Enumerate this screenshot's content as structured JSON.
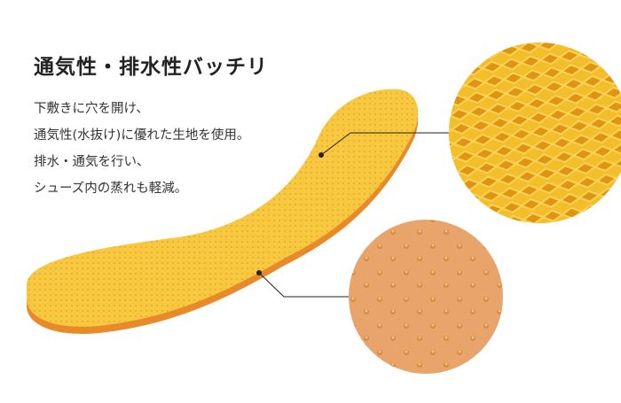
{
  "heading": "通気性・排水性バッチリ",
  "description": [
    "下敷きに穴を開け、",
    "通気性(水抜け)に優れた生地を使用。",
    "排水・通気を行い、",
    "シューズ内の蒸れも軽減。"
  ],
  "colors": {
    "insole_top": "#f7c840",
    "insole_edge": "#e8892a",
    "mesh": "#f2b41c",
    "foam": "#e8a066"
  }
}
